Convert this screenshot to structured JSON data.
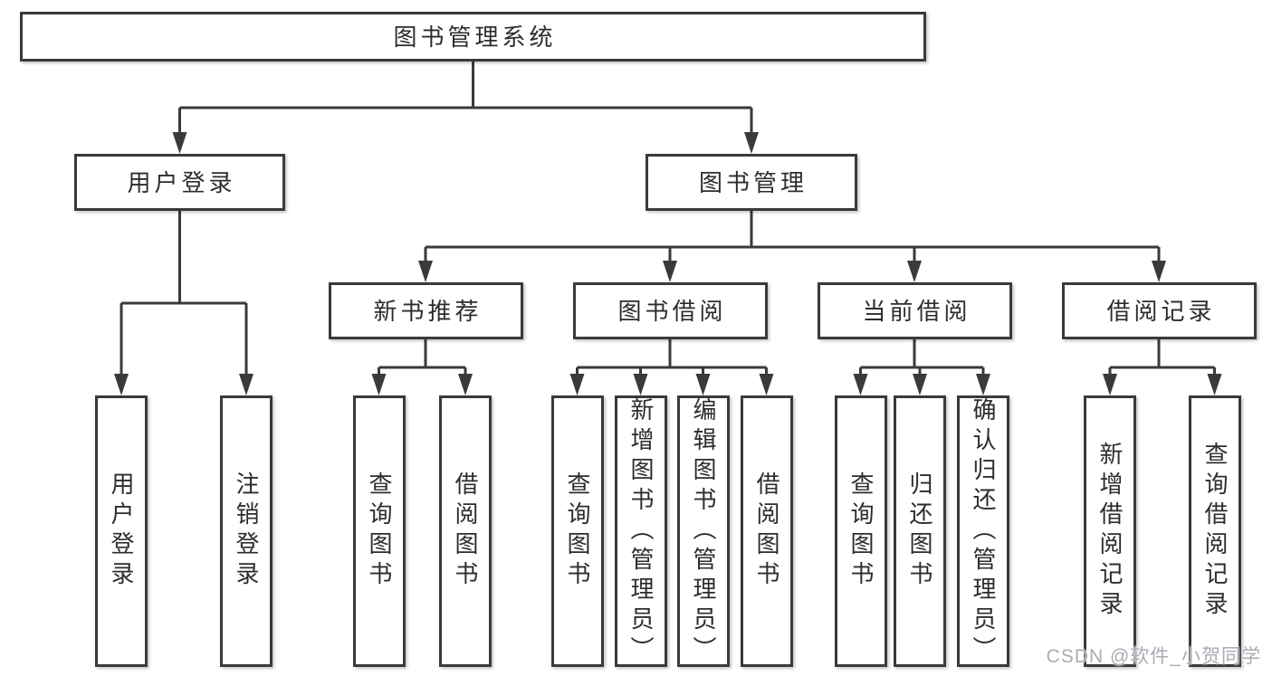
{
  "diagram": {
    "root": {
      "label": "图书管理系统"
    },
    "level2": [
      {
        "label": "用户登录"
      },
      {
        "label": "图书管理"
      }
    ],
    "level3": [
      {
        "label": "新书推荐",
        "parent": "图书管理"
      },
      {
        "label": "图书借阅",
        "parent": "图书管理"
      },
      {
        "label": "当前借阅",
        "parent": "图书管理"
      },
      {
        "label": "借阅记录",
        "parent": "图书管理"
      }
    ],
    "leaves": [
      {
        "label": "用户登录",
        "parent": "用户登录"
      },
      {
        "label": "注销登录",
        "parent": "用户登录"
      },
      {
        "label": "查询图书",
        "parent": "新书推荐"
      },
      {
        "label": "借阅图书",
        "parent": "新书推荐"
      },
      {
        "label": "查询图书",
        "parent": "图书借阅"
      },
      {
        "label": "新增图书（管理员）",
        "parent": "图书借阅"
      },
      {
        "label": "编辑图书（管理员）",
        "parent": "图书借阅"
      },
      {
        "label": "借阅图书",
        "parent": "图书借阅"
      },
      {
        "label": "查询图书",
        "parent": "当前借阅"
      },
      {
        "label": "归还图书",
        "parent": "当前借阅"
      },
      {
        "label": "确认归还（管理员）",
        "parent": "当前借阅"
      },
      {
        "label": "新增借阅记录",
        "parent": "借阅记录"
      },
      {
        "label": "查询借阅记录",
        "parent": "借阅记录"
      }
    ],
    "watermark": "CSDN @软件_小贺同学",
    "colors": {
      "line": "#3a3a3a",
      "text": "#2d2d2d",
      "watermark": "#a9abb3",
      "background": "#ffffff"
    }
  }
}
